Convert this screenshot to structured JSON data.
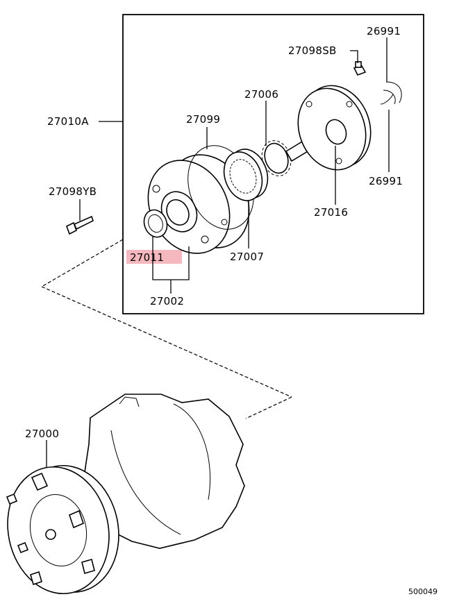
{
  "highlight_color": "#f4b8be",
  "labels": {
    "p26991_top": "26991",
    "p27098SB": "27098SB",
    "p27006": "27006",
    "p27010A": "27010A",
    "p27099": "27099",
    "p26991_right": "26991",
    "p27098YB": "27098YB",
    "p27016": "27016",
    "p27011": "27011",
    "p27007": "27007",
    "p27002": "27002",
    "p27000": "27000"
  },
  "diagram_code": "500049"
}
